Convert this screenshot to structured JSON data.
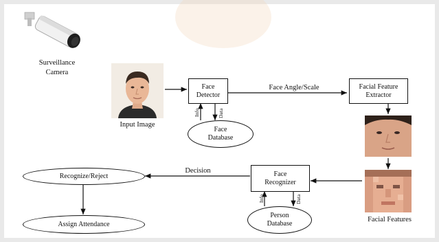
{
  "camera": {
    "label_line1": "Surveillance",
    "label_line2": "Camera"
  },
  "input_image": {
    "label": "Input Image"
  },
  "face_detector": {
    "label": "Face\nDetector"
  },
  "face_database": {
    "label": "Face\nDatabase"
  },
  "facial_feature_extractor": {
    "label": "Facial Feature\nExtractor"
  },
  "facial_features": {
    "label": "Facial Features"
  },
  "face_recognizer": {
    "label": "Face\nRecognizer"
  },
  "person_database": {
    "label": "Person\nDatabase"
  },
  "recognize_reject": {
    "label": "Recognize/Reject"
  },
  "assign_attendance": {
    "label": "Assign Attendance"
  },
  "edges": {
    "face_angle_scale": "Face Angle/Scale",
    "decision": "Decision",
    "face_db_left": "Info",
    "face_db_right": "Data",
    "person_db_left": "Info",
    "person_db_right": "Data"
  },
  "colors": {
    "line": "#111111",
    "background": "#ffffff",
    "watermark": "#f3d9c0"
  }
}
